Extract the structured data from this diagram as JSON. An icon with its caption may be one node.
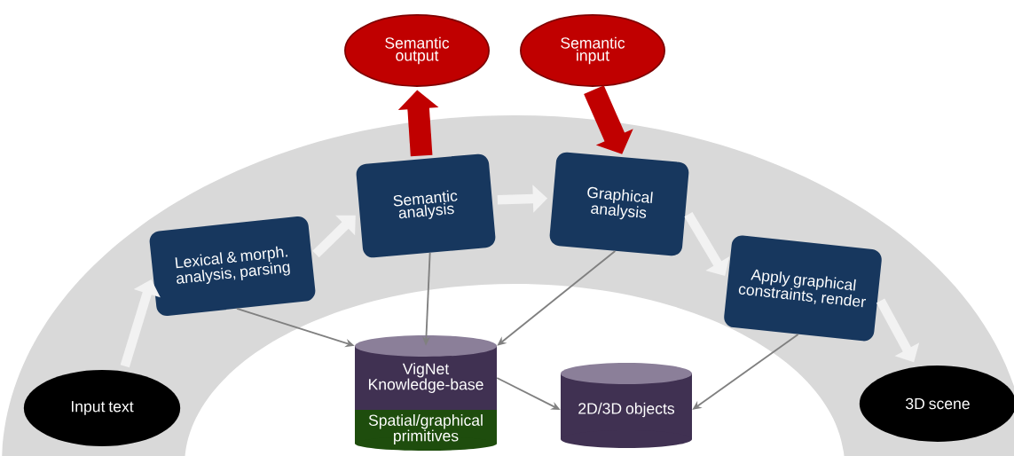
{
  "diagram": {
    "nodes": [
      {
        "text": [
          "Input text"
        ]
      },
      {
        "text": [
          "Lexical & morph. analysis, parsing"
        ]
      },
      {
        "text": [
          "Semantic analysis"
        ]
      },
      {
        "text": [
          "Semantic output"
        ]
      },
      {
        "text": [
          "Semantic input"
        ]
      },
      {
        "text": [
          "Graphical analysis"
        ]
      },
      {
        "text": [
          "Apply graphical constraints, render"
        ]
      },
      {
        "text": [
          "3D scene"
        ]
      },
      {
        "text": [
          "VigNet Knowledge-base"
        ]
      },
      {
        "text": [
          "Spatial/graphical primitives"
        ]
      },
      {
        "text": [
          "2D/3D objects"
        ]
      }
    ],
    "edges": [
      {
        "from": 0,
        "to": 1,
        "arrow": "to"
      },
      {
        "from": 1,
        "to": 2,
        "arrow": "to"
      },
      {
        "from": 2,
        "to": 5,
        "arrow": "to"
      },
      {
        "from": 5,
        "to": 6,
        "arrow": "to"
      },
      {
        "from": 6,
        "to": 7,
        "arrow": "to"
      },
      {
        "from": 2,
        "to": 3,
        "arrow": "to",
        "style": "thick",
        "color": "#c00000"
      },
      {
        "from": 4,
        "to": 5,
        "arrow": "to",
        "style": "thick",
        "color": "#c00000"
      },
      {
        "from": 1,
        "to": 8,
        "arrow": "to",
        "color": "#808080"
      },
      {
        "from": 2,
        "to": 8,
        "arrow": "to",
        "color": "#808080"
      },
      {
        "from": 5,
        "to": 8,
        "arrow": "to",
        "color": "#808080"
      },
      {
        "from": 8,
        "to": 10,
        "arrow": "to",
        "color": "#808080"
      },
      {
        "from": 6,
        "to": 10,
        "arrow": "to",
        "color": "#808080"
      }
    ]
  }
}
